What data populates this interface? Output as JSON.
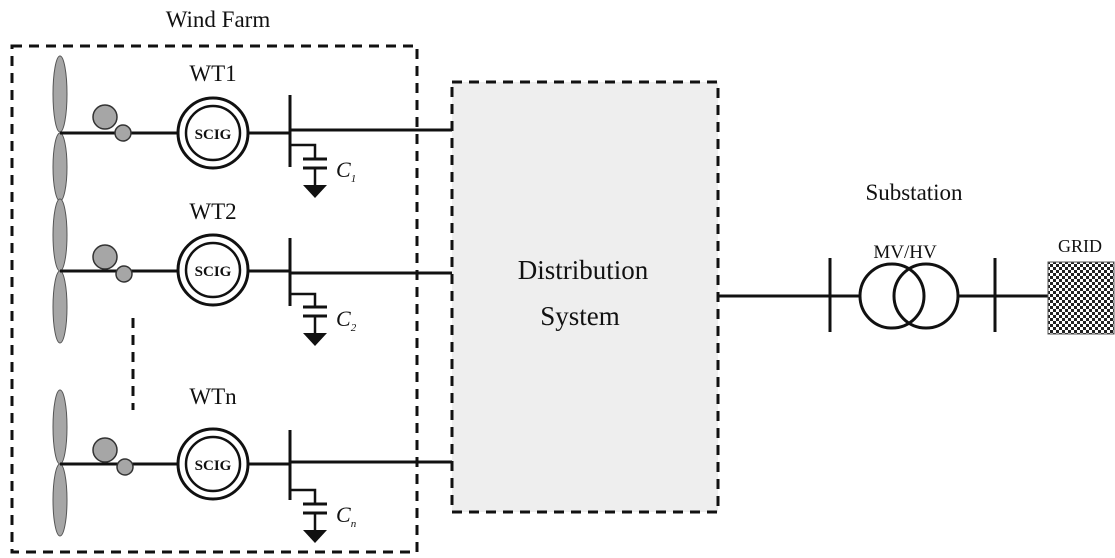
{
  "wind_farm": {
    "title": "Wind Farm",
    "turbines": [
      {
        "name": "WT1",
        "generator": "SCIG",
        "capacitor": "C",
        "cap_sub": "1"
      },
      {
        "name": "WT2",
        "generator": "SCIG",
        "capacitor": "C",
        "cap_sub": "2"
      },
      {
        "name": "WTn",
        "generator": "SCIG",
        "capacitor": "C",
        "cap_sub": "n"
      }
    ]
  },
  "distribution": {
    "line1": "Distribution",
    "line2": "System",
    "fill": "#eeeeee"
  },
  "substation": {
    "title": "Substation",
    "transformer": "MV/HV"
  },
  "grid": {
    "label": "GRID"
  },
  "colors": {
    "line": "#111111",
    "turbine": "#a6a6a6"
  }
}
